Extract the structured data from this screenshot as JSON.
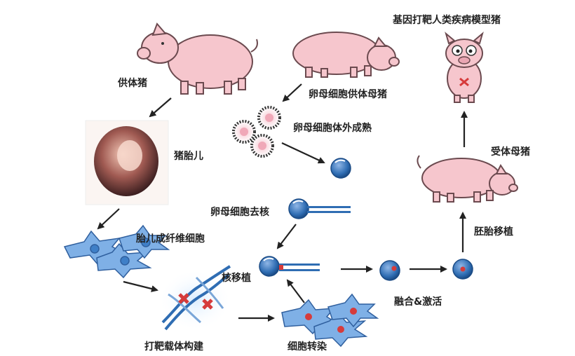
{
  "labels": {
    "donor_pig": "供体猪",
    "pig_fetus": "猪胎儿",
    "fetal_fibroblast": "胎儿成纤维细胞",
    "targeting_vector": "打靶载体构建",
    "cell_transfection": "细胞转染",
    "nuclear_transfer": "核移植",
    "oocyte_enucleation": "卵母细胞去核",
    "oocyte_maturation": "卵母细胞体外成熟",
    "oocyte_donor_sow": "卵母细胞供体母猪",
    "fusion_activation": "融合&激活",
    "embryo_transfer": "胚胎移植",
    "recipient_sow": "受体母猪",
    "model_pig": "基因打靶人类疾病模型猪"
  },
  "colors": {
    "pig_pink": "#f6c6cd",
    "pig_outline": "#6b4a4f",
    "cell_blue": "#2f6db3",
    "fibroblast_blue": "#3f7fc7",
    "marker_red": "#d63b3b",
    "arrow": "#222222"
  }
}
